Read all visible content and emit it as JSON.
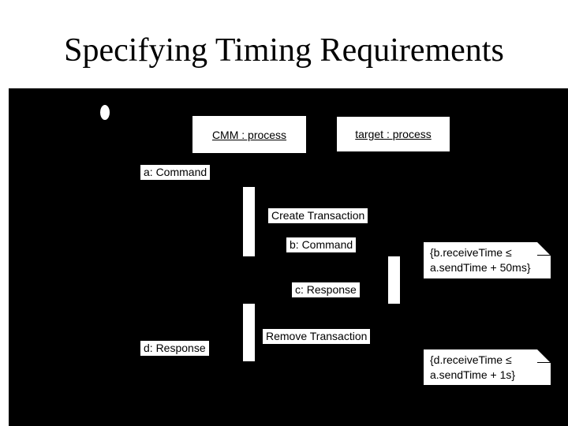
{
  "slide": {
    "title": "Specifying Timing Requirements"
  },
  "colors": {
    "slide_background": "#ffffff",
    "diagram_background": "#000000",
    "element_fill": "#ffffff",
    "text_color": "#000000"
  },
  "diagram": {
    "type": "uml-sequence-diagram",
    "lifelines": [
      {
        "label": "CMM : process"
      },
      {
        "label": "target : process"
      }
    ],
    "messages": [
      {
        "label": "a: Command"
      },
      {
        "label": "Create Transaction"
      },
      {
        "label": "b: Command"
      },
      {
        "label": "c: Response"
      },
      {
        "label": "Remove Transaction"
      },
      {
        "label": "d: Response"
      }
    ],
    "notes": [
      {
        "lines": [
          "{b.receiveTime ≤",
          "a.sendTime + 50ms}"
        ]
      },
      {
        "lines": [
          "{d.receiveTime ≤",
          "a.sendTime + 1s}"
        ]
      }
    ]
  }
}
